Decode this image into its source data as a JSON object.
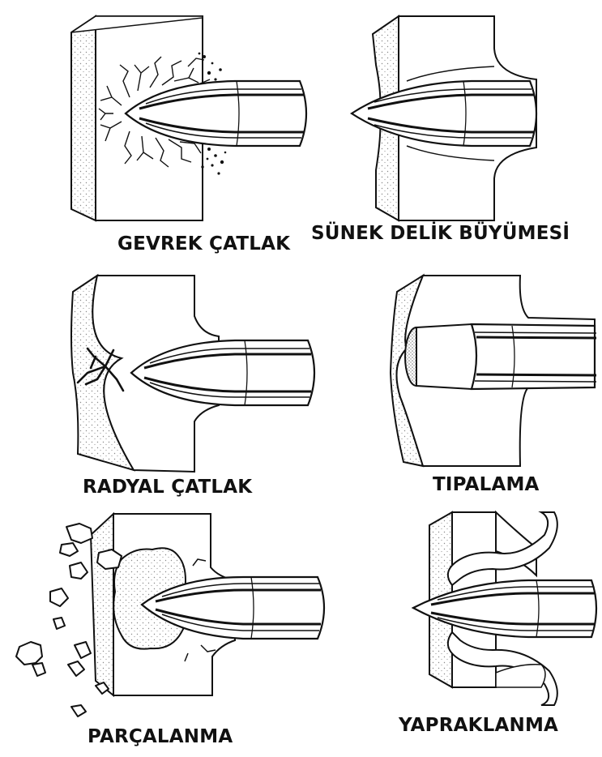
{
  "colors": {
    "ink": "#111111",
    "paper": "#ffffff",
    "stipple": "#9a9a9a"
  },
  "panels": [
    {
      "id": "brittle",
      "caption": "GEVREK ÇATLAK"
    },
    {
      "id": "ductile",
      "caption": "SÜNEK DELİK BÜYÜMESİ"
    },
    {
      "id": "radial",
      "caption": "RADYAL ÇATLAK"
    },
    {
      "id": "plugging",
      "caption": "TIPALAMA"
    },
    {
      "id": "fragmentation",
      "caption": "PARÇALANMA"
    },
    {
      "id": "petaling",
      "caption": "YAPRAKLANMA"
    }
  ]
}
